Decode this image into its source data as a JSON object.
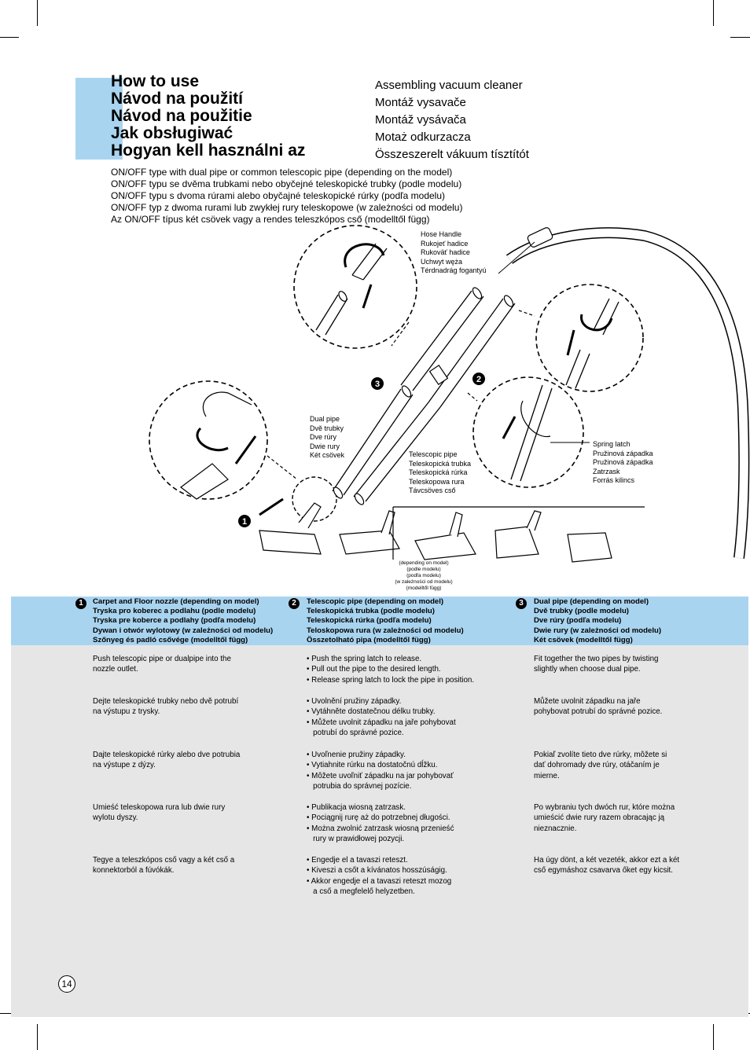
{
  "header": {
    "titles": [
      "How to use",
      "Návod na použití",
      "Návod na použitie",
      "Jak obsługiwać",
      "Hogyan kell használni az"
    ],
    "subtitles": [
      "Assembling vacuum cleaner",
      "Montáž vysavače",
      "Montáž vysávača",
      "Motaż odkurzacza",
      "Összeszerelt vákuum tísztítót"
    ]
  },
  "intro": [
    "ON/OFF type with dual pipe or common  telescopic pipe (depending on the model)",
    "ON/OFF typu se dvěma trubkami nebo obyčejné teleskopické trubky (podle modelu)",
    "ON/OFF typu s dvoma rúrami alebo obyčajné teleskopické rúrky (podľa modelu)",
    "ON/OFF typ z dwoma rurami lub zwykłej rury teleskopowe (w zależności od modelu)",
    "Az ON/OFF típus két csövek vagy a rendes teleszkópos cső (modelltől függ)"
  ],
  "diagram": {
    "hose_handle": [
      "Hose Handle",
      "Rukojeť hadice",
      "Rukoväť hadice",
      "Uchwyt węża",
      "Térdnadrág fogantyú"
    ],
    "dual_pipe": [
      "Dual pipe",
      "Dvě trubky",
      "Dve rúry",
      "Dwie rury",
      "Két csövek"
    ],
    "telescopic_pipe": [
      "Telescopic pipe",
      "Teleskopická trubka",
      "Teleskopická rúrka",
      "Teleskopowa rura",
      "Távcsöves cső"
    ],
    "spring_latch": [
      "Spring latch",
      "Pružinová západka",
      "Pružinová západka",
      "Zatrzask",
      "Forrás kilincs"
    ],
    "depending": [
      "(depending on model)",
      "(podle modelu)",
      "(podľa modelu)",
      "(w zależności od modelu)",
      "(modelltől függ)"
    ],
    "step_numbers": [
      "1",
      "2",
      "3"
    ]
  },
  "columns": [
    {
      "number": "1",
      "heading": [
        "Carpet and Floor nozzle (depending on model)",
        "Tryska pro koberec a podlahu (podle modelu)",
        "Tryska pre koberce a podlahy (podľa modelu)",
        "Dywan i otwór wylotowy (w zależności od modelu)",
        "Szőnyeg és padló csővége (modelltől függ)"
      ],
      "paras": [
        [
          "Push telescopic pipe or dualpipe into the",
          "nozzle outlet."
        ],
        [
          "Dejte teleskopické trubky nebo dvě potrubí",
          "na výstupu z trysky."
        ],
        [
          "Dajte teleskopické rúrky alebo dve potrubia",
          "na výstupe z dýzy."
        ],
        [
          "Umieść teleskopowa rura lub dwie rury",
          "wylotu dyszy."
        ],
        [
          "Tegye a teleszkópos cső vagy a két cső a",
          "konnektorból a fúvókák."
        ]
      ]
    },
    {
      "number": "2",
      "heading": [
        "Telescopic pipe (depending on model)",
        "Teleskopická trubka (podle modelu)",
        "Teleskopická rúrka (podľa modelu)",
        "Teloskopowa rura (w zależności od modelu)",
        "Összetolható pipa (modelltől függ)"
      ],
      "paras": [
        [
          "• Push the spring latch to release.",
          "• Pull out the pipe to the desired length.",
          "• Release spring latch to lock the pipe in position."
        ],
        [
          "• Uvolnění pružiny západky.",
          "• Vytáhněte dostatečnou délku trubky.",
          "• Můžete uvolnit západku na jaře pohybovat",
          "   potrubí do správné pozice."
        ],
        [
          "• Uvoľnenie pružiny západky.",
          "• Vytiahnite rúrku na dostatočnú dĺžku.",
          "• Môžete uvoľniť západku na jar pohybovať",
          "   potrubia do správnej pozície."
        ],
        [
          "• Publikacja wiosną zatrzask.",
          "• Pociągnij rurę aż do potrzebnej długości.",
          "• Można zwolnić zatrzask wiosną przenieść",
          "   rury w prawidłowej pozycji."
        ],
        [
          "• Engedje el a tavaszi reteszt.",
          "• Kiveszi a csőt a kívánatos hosszúságig.",
          "• Akkor engedje el a tavaszi reteszt mozog",
          "   a cső a megfelelő helyzetben."
        ]
      ]
    },
    {
      "number": "3",
      "heading": [
        "Dual pipe (depending on model)",
        "Dvě trubky (podle modelu)",
        "Dve rúry (podľa modelu)",
        "Dwie rury (w zależności od modelu)",
        "Két csövek (modelltől függ)"
      ],
      "paras": [
        [
          "Fit together the two pipes by twisting",
          "slightly when choose dual pipe."
        ],
        [
          "Můžete uvolnit západku na jaře",
          "pohybovat potrubí do správné pozice."
        ],
        [
          "Pokiaľ zvolíte tieto dve rúrky, môžete si",
          "dať dohromady dve rúry, otáčaním je",
          "mierne."
        ],
        [
          "Po wybraniu tych dwóch rur, które można",
          "umieścić dwie rury razem obracając ją",
          "nieznacznie."
        ],
        [
          "Ha úgy dönt, a két vezeték, akkor ezt a két",
          "cső egymáshoz csavarva őket egy kicsit."
        ]
      ]
    }
  ],
  "page_number": "14",
  "colors": {
    "accent_blue": "#a9d4f0",
    "panel_gray": "#e6e6e7"
  }
}
